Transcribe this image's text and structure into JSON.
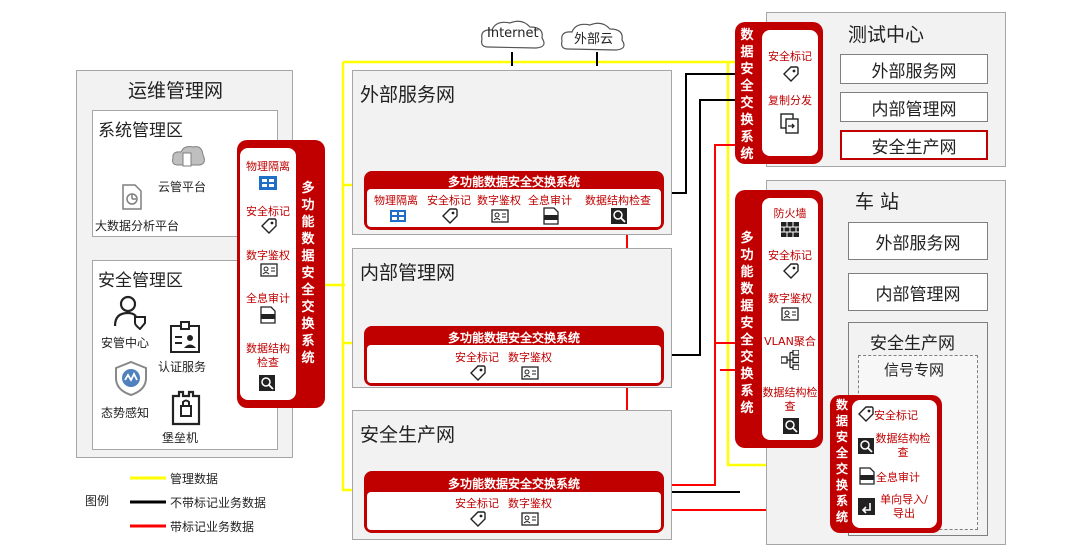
{
  "clouds": [
    "Internet",
    "外部云"
  ],
  "ops_net": {
    "title": "运维管理网",
    "sys_zone": {
      "title": "系统管理区",
      "items": [
        "云管平台",
        "大数据分析平台"
      ]
    },
    "sec_zone": {
      "title": "安全管理区",
      "items": [
        "安管中心",
        "认证服务",
        "态势感知",
        "堡垒机"
      ]
    }
  },
  "left_exchange": {
    "vertical": "多功能数据安全交换系统",
    "items": [
      "物理隔离",
      "安全标记",
      "数字鉴权",
      "全息审计",
      "数据结构检查"
    ]
  },
  "ext_service": {
    "title": "外部服务网",
    "exchange_title": "多功能数据安全交换系统",
    "items": [
      "物理隔离",
      "安全标记",
      "数字鉴权",
      "全息审计",
      "数据结构检查"
    ]
  },
  "int_mgmt": {
    "title": "内部管理网",
    "exchange_title": "多功能数据安全交换系统",
    "items": [
      "安全标记",
      "数字鉴权"
    ]
  },
  "safe_prod": {
    "title": "安全生产网",
    "exchange_title": "多功能数据安全交换系统",
    "items": [
      "安全标记",
      "数字鉴权"
    ]
  },
  "test_exchange": {
    "vertical": "数据安全交换系统",
    "items": [
      "安全标记",
      "复制分发"
    ]
  },
  "test_center": {
    "title": "测试中心",
    "nets": [
      "外部服务网",
      "内部管理网",
      "安全生产网"
    ]
  },
  "station_exchange": {
    "vertical": "多功能数据安全交换系统",
    "items": [
      "防火墙",
      "安全标记",
      "数字鉴权",
      "VLAN聚合",
      "数据结构检查"
    ]
  },
  "station": {
    "title": "车 站",
    "nets": [
      "外部服务网",
      "内部管理网",
      "安全生产网"
    ],
    "signal_net": "信号专网"
  },
  "signal_exchange": {
    "vertical": "数据安全交换系统",
    "items": [
      "安全标记",
      "数据结构检查",
      "全息审计",
      "单向导入/导出"
    ]
  },
  "legend": {
    "title": "图例",
    "items": [
      {
        "label": "管理数据",
        "color": "#ffff00"
      },
      {
        "label": "不带标记业务数据",
        "color": "#000000"
      },
      {
        "label": "带标记业务数据",
        "color": "#ff0000"
      }
    ]
  },
  "colors": {
    "accent": "#c00000",
    "mgmt": "#ffff00",
    "zone": "#f2f2f2"
  }
}
